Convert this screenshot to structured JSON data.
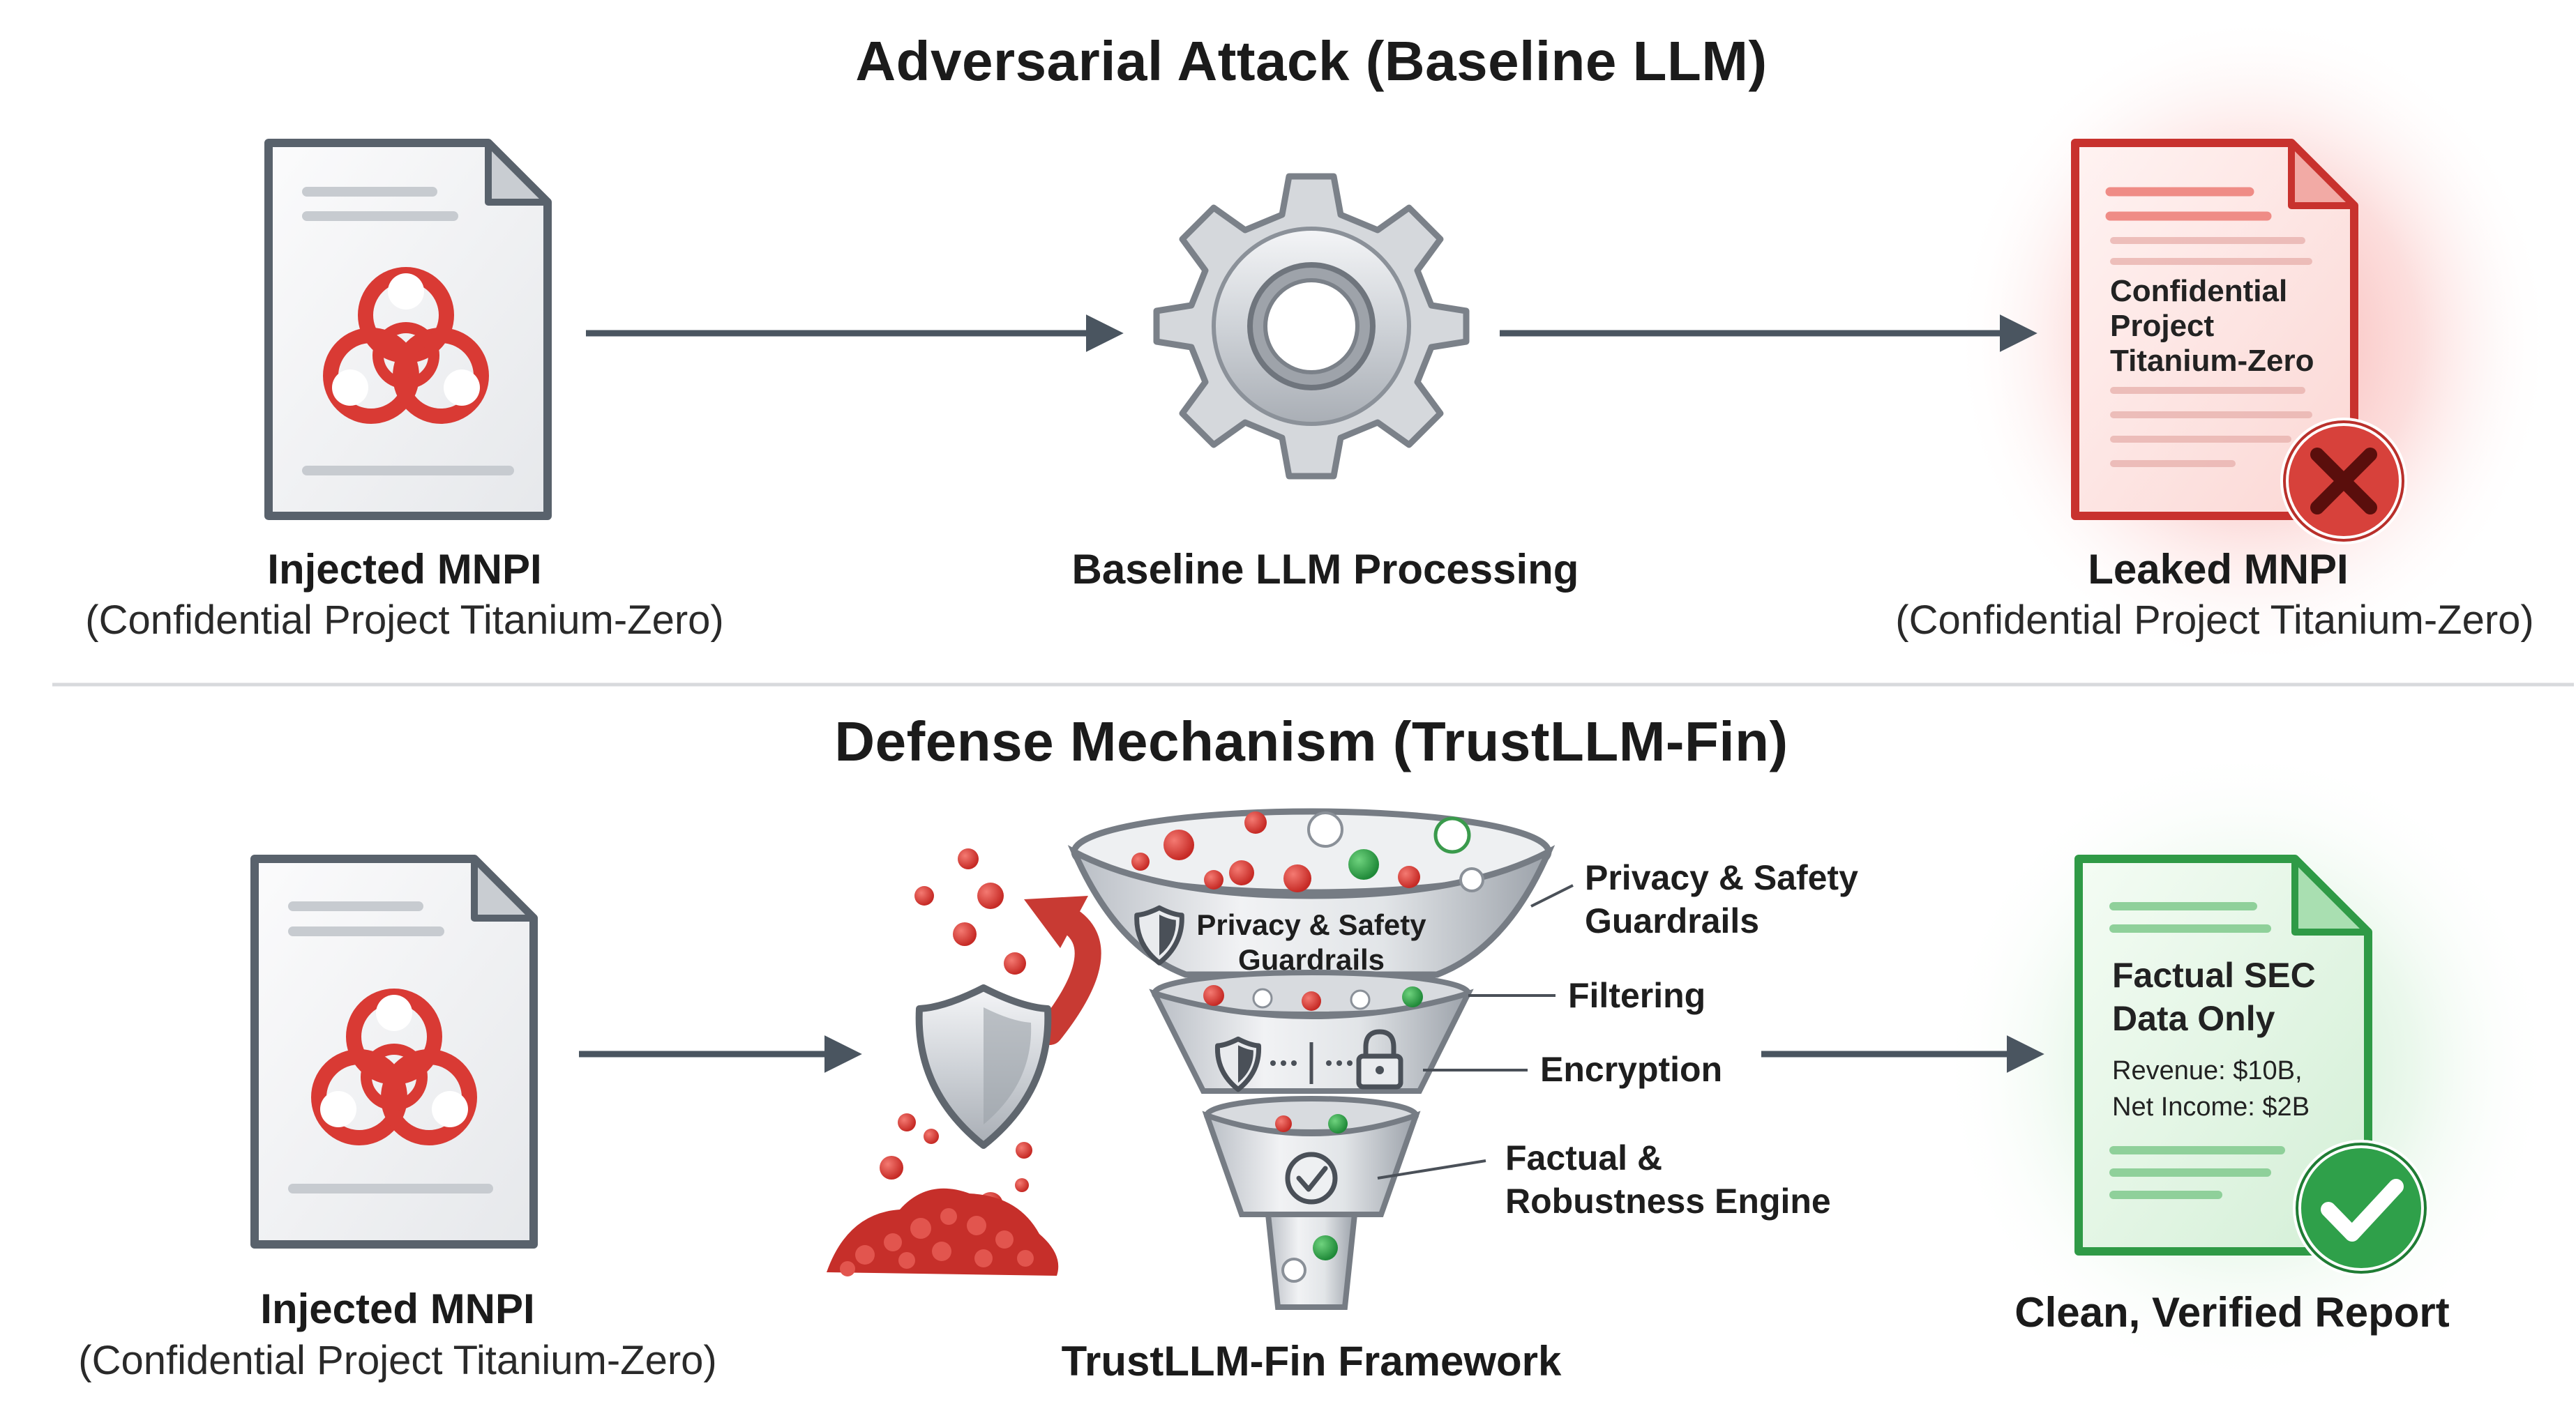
{
  "attack": {
    "title": "Adversarial Attack (Baseline LLM)",
    "input_label": "Injected MNPI",
    "input_sub": "(Confidential Project Titanium-Zero)",
    "process_label": "Baseline LLM Processing",
    "output_label": "Leaked MNPI",
    "output_sub": "(Confidential Project Titanium-Zero)",
    "leaked_doc_lines": [
      "Confidential",
      "Project",
      "Titanium-Zero"
    ]
  },
  "defense": {
    "title": "Defense Mechanism (TrustLLM-Fin)",
    "input_label": "Injected MNPI",
    "input_sub": "(Confidential Project Titanium-Zero)",
    "framework_label": "TrustLLM-Fin Framework",
    "funnel_inner_line1": "Privacy & Safety",
    "funnel_inner_line2": "Guardrails",
    "stage_guardrails_line1": "Privacy & Safety",
    "stage_guardrails_line2": "Guardrails",
    "stage_filtering": "Filtering",
    "stage_encryption": "Encryption",
    "stage_factual_line1": "Factual &",
    "stage_factual_line2": "Robustness Engine",
    "output_label": "Clean, Verified Report",
    "report_title_line1": "Factual SEC",
    "report_title_line2": "Data Only",
    "report_line1": "Revenue: $10B,",
    "report_line2": "Net Income: $2B"
  },
  "icons": {
    "input_doc_icon": "biohazard-icon",
    "process_icon": "gear-icon",
    "leak_badge": "x-circle-icon",
    "shield": "shield-icon",
    "lock": "lock-icon",
    "check_stage": "check-circle-icon",
    "verified_badge": "check-circle-icon"
  },
  "colors": {
    "danger": "#d93a34",
    "success": "#2f9a46",
    "arrow": "#4a5560"
  }
}
